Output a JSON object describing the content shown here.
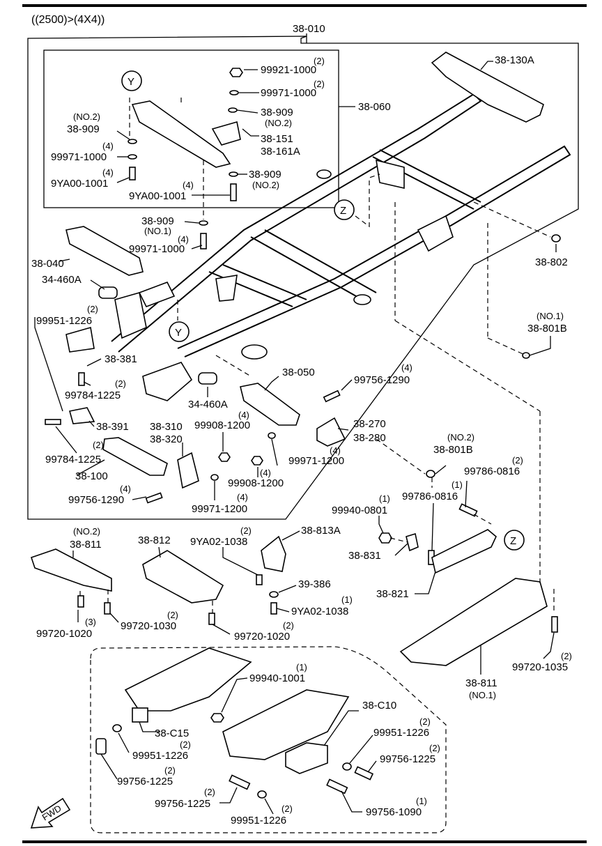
{
  "header": {
    "title": "((2500)>(4X4))"
  },
  "labels": {
    "l38_010": "38-010",
    "l38_130a": "38-130A",
    "l38_060": "38-060",
    "l99921_q": "(2)",
    "l99921": "99921-1000",
    "l99971a_q": "(2)",
    "l99971a": "99971-1000",
    "l38_909_top": "38-909",
    "l38_909_top_n": "(NO.2)",
    "l38_151": "38-151",
    "l38_161a": "38-161A",
    "l38_909_mid": "38-909",
    "l38_909_mid_n": "(NO.2)",
    "l9ya_right_q": "(4)",
    "l9ya_right": "9YA00-1001",
    "y_marker": "Y",
    "l38_909_left_n": "(NO.2)",
    "l38_909_left": "38-909",
    "l99971b_q": "(4)",
    "l99971b": "99971-1000",
    "l9ya_left_q": "(4)",
    "l9ya_left": "9YA00-1001",
    "z_marker": "Z",
    "l38_909_no1": "38-909",
    "l38_909_no1_n": "(NO.1)",
    "l99971c_q": "(4)",
    "l99971c": "99971-1000",
    "l38_040": "38-040",
    "l38_802": "38-802",
    "l34_460a_top": "34-460A",
    "l99951_top_q": "(2)",
    "l99951_top": "99951-1226",
    "y_marker_2": "Y",
    "l38_801b_top_n": "(NO.1)",
    "l38_801b_top": "38-801B",
    "l38_381": "38-381",
    "l99784a_q": "(2)",
    "l99784a": "99784-1225",
    "l38_050": "38-050",
    "l99756a_q": "(4)",
    "l99756a": "99756-1290",
    "l34_460a_bot": "34-460A",
    "l38_391": "38-391",
    "l38_310": "38-310",
    "l38_320": "38-320",
    "l99908a_q": "(4)",
    "l99908a": "99908-1200",
    "l38_270": "38-270",
    "l38_280": "38-280",
    "l99784b": "99784-1225",
    "l38_100_q": "(2)",
    "l38_100": "38-100",
    "l99971d_q": "(4)",
    "l99971d": "99971-1200",
    "l99908b_q": "(4)",
    "l99908b": "99908-1200",
    "l38_801b_mid_n": "(NO.2)",
    "l38_801b_mid": "38-801B",
    "l99756b_q": "(4)",
    "l99756b": "99756-1290",
    "l99971e_q": "(4)",
    "l99971e": "99971-1200",
    "l99786a_q": "(2)",
    "l99786a": "99786-0816",
    "l99786b_q": "(1)",
    "l99786b": "99786-0816",
    "l99940a_q": "(1)",
    "l99940a": "99940-0801",
    "l38_811_top_n": "(NO.2)",
    "l38_811_top": "38-811",
    "l38_812": "38-812",
    "l9ya02a_q": "(2)",
    "l9ya02a": "9YA02-1038",
    "l38_813a": "38-813A",
    "z_marker_2": "Z",
    "l38_831": "38-831",
    "l39_386": "39-386",
    "l38_821": "38-821",
    "l9ya02b_q": "(1)",
    "l9ya02b": "9YA02-1038",
    "l99720a_q": "(3)",
    "l99720a": "99720-1020",
    "l99720b_q": "(2)",
    "l99720b": "99720-1030",
    "l99720c_q": "(2)",
    "l99720c": "99720-1020",
    "l99720d_q": "(2)",
    "l99720d": "99720-1035",
    "l38_811_bot": "38-811",
    "l38_811_bot_n": "(NO.1)",
    "l99940b_q": "(1)",
    "l99940b": "99940-1001",
    "l38_c10": "38-C10",
    "l38_c15": "38-C15",
    "l99951b_q": "(2)",
    "l99951b": "99951-1226",
    "l99951c_q": "(2)",
    "l99951c": "99951-1226",
    "l99756c_q": "(2)",
    "l99756c": "99756-1225",
    "l99756d_q": "(2)",
    "l99756d": "99756-1225",
    "l99756e_q": "(2)",
    "l99756e": "99756-1225",
    "l99951d_q": "(2)",
    "l99951d": "99951-1226",
    "l99756f_q": "(1)",
    "l99756f": "99756-1090",
    "fwd": "FWD"
  }
}
